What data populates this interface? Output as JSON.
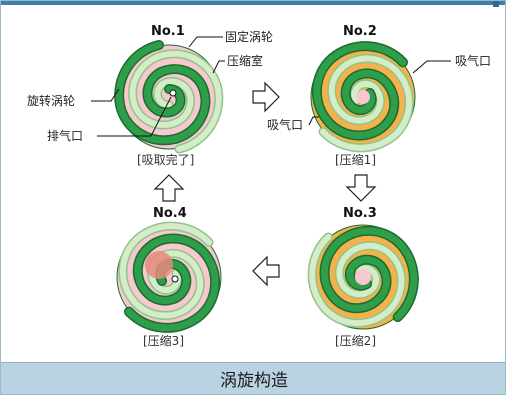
{
  "footer_title": "涡旋构造",
  "colors": {
    "fixed_scroll": "#2e9e4a",
    "fixed_scroll_stroke": "#1c6b30",
    "orbit_scroll": "#d4ecc8",
    "pocket_intake": "#f7c9cf",
    "pocket_compress1": "#f6b24a",
    "pocket_compress3": "#e88a7c",
    "accent_bar": "#3f7fa6"
  },
  "stages": [
    {
      "id": "no1",
      "title": "No.1",
      "caption": "[吸取完了]",
      "labels": [
        "固定涡轮",
        "压缩室",
        "旋转涡轮",
        "排气口"
      ],
      "pocket_color": "#f7c9cf"
    },
    {
      "id": "no2",
      "title": "No.2",
      "caption": "[压缩1]",
      "labels": [
        "吸气口",
        "吸气口"
      ],
      "pocket_color": "#f6b24a"
    },
    {
      "id": "no3",
      "title": "No.3",
      "caption": "[压缩2]",
      "labels": [],
      "pocket_color": "#f6b24a"
    },
    {
      "id": "no4",
      "title": "No.4",
      "caption": "[压缩3]",
      "labels": [],
      "pocket_color": "#e88a7c"
    }
  ],
  "arrows": [
    "right-arrow-icon",
    "down-arrow-icon",
    "left-arrow-icon",
    "up-arrow-icon"
  ]
}
